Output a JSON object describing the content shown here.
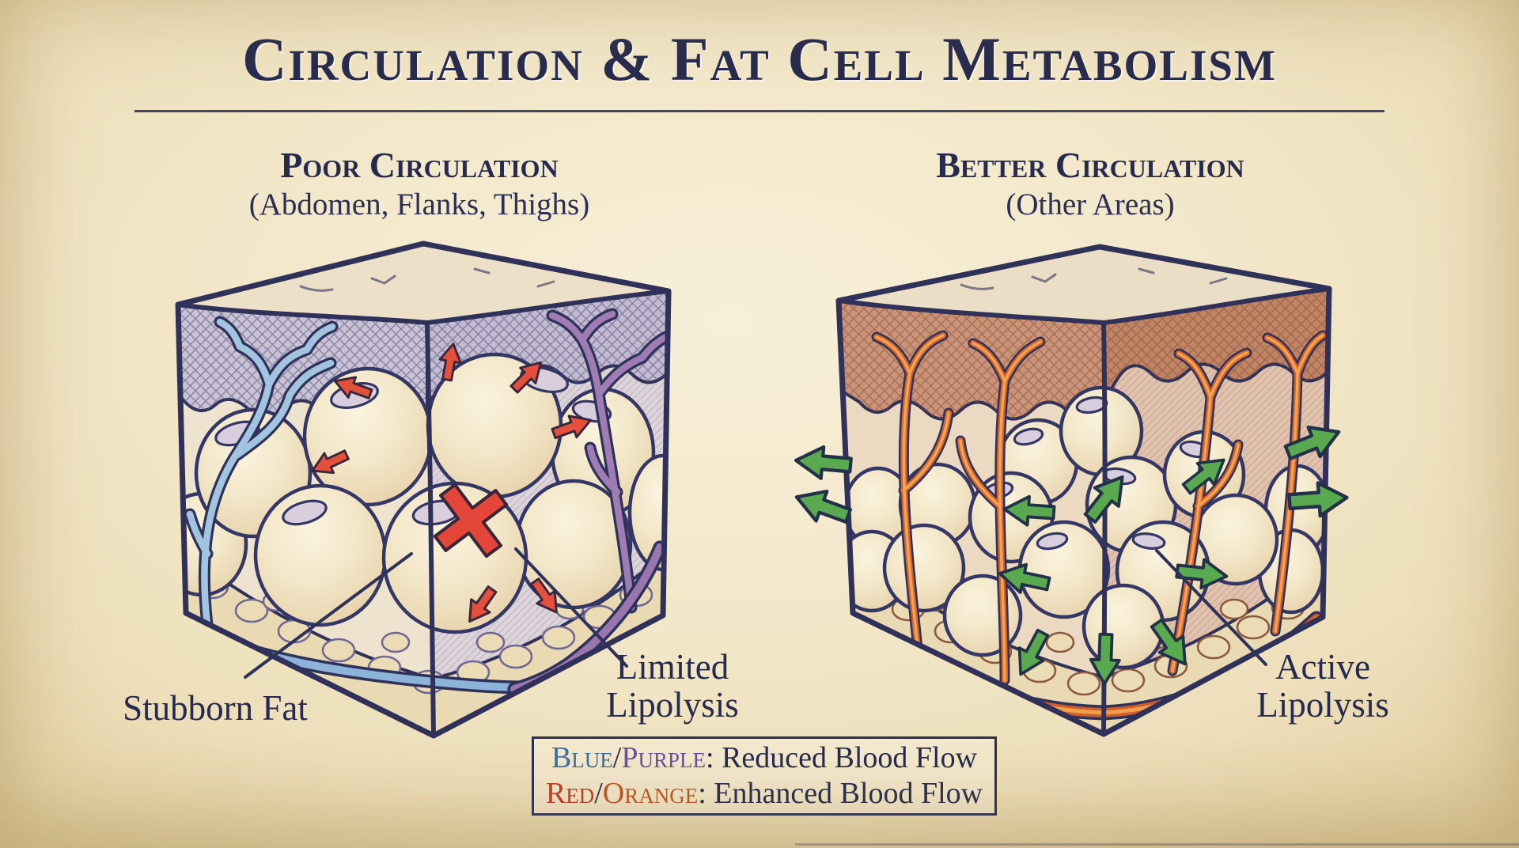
{
  "page": {
    "title": "Circulation & Fat Cell Metabolism",
    "background_color": "#f2e7c8",
    "ink_color": "#262a4e"
  },
  "panels": {
    "left": {
      "heading": "Poor Circulation",
      "subheading": "(Abdomen, Flanks, Thighs)",
      "labels": {
        "stubborn_fat": "Stubborn Fat",
        "limited_line1": "Limited",
        "limited_line2": "Lipolysis"
      }
    },
    "right": {
      "heading": "Better Circulation",
      "subheading": "(Other Areas)",
      "labels": {
        "active_line1": "Active",
        "active_line2": "Lipolysis"
      }
    }
  },
  "legend": {
    "row1": {
      "term1": "Blue",
      "separator": "/",
      "term2": "Purple",
      "colon": ":",
      "description": " Reduced Blood Flow"
    },
    "row2": {
      "term1": "Red",
      "separator": "/",
      "term2": "Orange",
      "colon": ":",
      "description": " Enhanced Blood Flow"
    }
  },
  "colors": {
    "blue_vessel": "#3a6da7",
    "purple_vessel": "#6b4fa1",
    "red_vessel": "#c13a2a",
    "orange_vessel": "#bd5527",
    "green_arrow": "#58a94f",
    "red_marker": "#e4503c",
    "fat_cell": "#f2e6c7",
    "parchment": "#f2e7c8"
  },
  "icons": {
    "red_cross": "red-cross-icon",
    "red_arrow": "red-arrow-icon",
    "green_arrow": "green-arrow-icon"
  }
}
